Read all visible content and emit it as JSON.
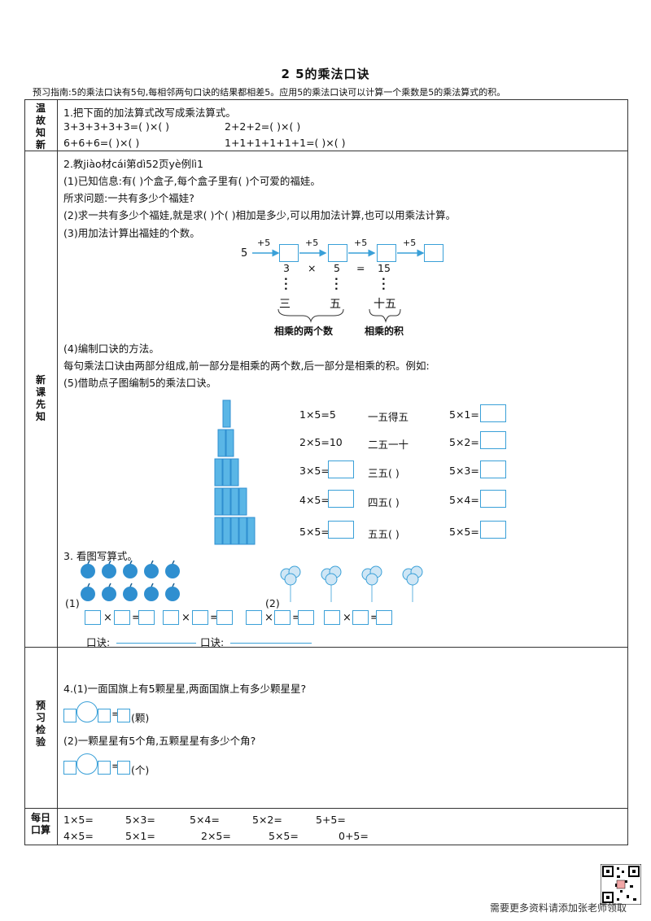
{
  "title": "2   5的乘法口诀",
  "guide": "预习指南:5的乘法口诀有5句,每相邻两句口诀的结果都相差5。应用5的乘法口诀可以计算一个乘数是5的乘法算式的积。",
  "sections": {
    "review": "温故知新",
    "new": "新课先知",
    "preview": "预习检验",
    "daily": "每日口算"
  },
  "review": {
    "q1": "1.把下面的加法算式改写成乘法算式。",
    "rows": [
      [
        "3+3+3+3+3=(     )×(     )",
        "2+2+2=(     )×(     )"
      ],
      [
        "6+6+6=(     )×(     )",
        "1+1+1+1+1+1=(     )×(     )"
      ]
    ]
  },
  "lesson": {
    "q2": "2.教jiào材cái第dì52页yè例lì1",
    "s1": "(1)已知信息:有(     )个盒子,每个盒子里有(     )个可爱的福娃。",
    "s1b": "所求问题:一共有多少个福娃?",
    "s2": "(2)求一共有多少个福娃,就是求(     )个(     )相加是多少,可以用加法计算,也可以用乘法计算。",
    "s3": "(3)用加法计算出福娃的个数。",
    "chain_start": "5",
    "chain_ops": [
      "+5",
      "+5",
      "+5",
      "+5"
    ],
    "eq": [
      "3",
      "×",
      "5",
      "=",
      "15"
    ],
    "cn": [
      "三",
      "五",
      "十五"
    ],
    "brace_left": "相乘的两个数",
    "brace_right": "相乘的积",
    "s4": "(4)编制口诀的方法。",
    "s4b": "每句乘法口诀由两部分组成,前一部分是相乘的两个数,后一部分是相乘的积。例如:",
    "s5": "(5)借助点子图编制5的乘法口诀。",
    "table": [
      [
        "1×5=5",
        "一五得五",
        "5×1="
      ],
      [
        "2×5=10",
        "二五一十",
        "5×2="
      ],
      [
        "3×5=",
        "三五(     )",
        "5×3="
      ],
      [
        "4×5=",
        "四五(     )",
        "5×4="
      ],
      [
        "5×5=",
        "五五(     )",
        "5×5="
      ]
    ],
    "q3": "3. 看图写算式。",
    "p1": "(1)",
    "p2": "(2)",
    "times": "×",
    "equals": "=",
    "koujue": "口诀:"
  },
  "preview": {
    "q4": "4.(1)一面国旗上有5颗星星,两面国旗上有多少颗星星?",
    "unit1": "(颗)",
    "q4b": "(2)一颗星星有5个角,五颗星星有多少个角?",
    "unit2": "(个)"
  },
  "daily": {
    "row1": [
      "1×5=",
      "5×3=",
      "5×4=",
      "5×2=",
      "5+5="
    ],
    "row2": [
      "4×5=",
      "5×1=",
      "2×5=",
      "5×5=",
      "0+5="
    ]
  },
  "footer": "需要更多资料请添加张老师领取",
  "colors": {
    "accent": "#3aa0d8",
    "apple": "#2f8fd0",
    "line": "#333333"
  }
}
